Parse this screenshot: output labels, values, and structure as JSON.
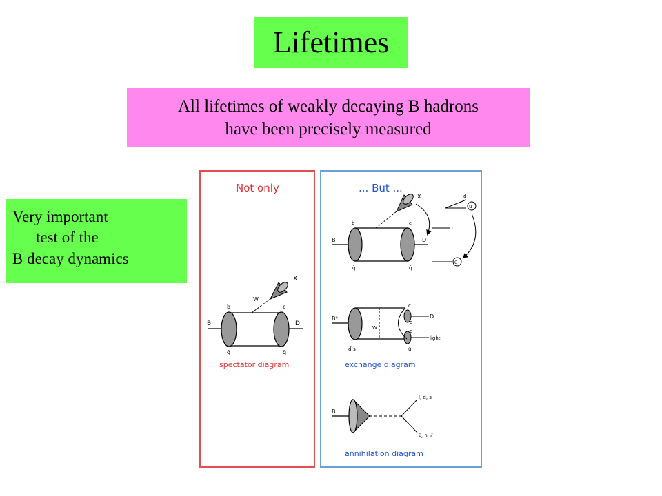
{
  "slide": {
    "title": "Lifetimes",
    "subtitle_line1": "All lifetimes of weakly decaying B hadrons",
    "subtitle_line2": "have been precisely measured",
    "note_line1": "Very important",
    "note_line2": "test  of the",
    "note_line3": "B decay dynamics"
  },
  "panels": {
    "left_heading": "Not only",
    "right_heading": "... But ...",
    "spectator": {
      "caption": "spectator diagram",
      "B": "B",
      "D": "D",
      "b": "b",
      "c": "c",
      "q1": "q̄",
      "q2": "q̄",
      "W": "W",
      "X": "X"
    },
    "interference": {
      "B": "B",
      "D": "D",
      "b": "b",
      "c": "c",
      "q1": "q̄",
      "q2": "q̄",
      "X": "X",
      "d": "d",
      "c2": "c",
      "u1": "ū",
      "u2": "ū"
    },
    "exchange": {
      "caption": "exchange diagram",
      "B": "B⁰",
      "D": "D",
      "c": "c",
      "q1": "q̄",
      "q2": "q",
      "W": "W",
      "dbar": "d̄(s̄)",
      "light": "light",
      "u": "ū"
    },
    "annihilation": {
      "caption": "annihilation diagram",
      "B": "B⁺",
      "top": "l, d, s",
      "bottom": "ν̄, ū, c̄"
    }
  },
  "colors": {
    "green": "#66ff4d",
    "pink": "#ff88ee",
    "red_text": "#e03030",
    "blue_text": "#2255cc",
    "red_border": "#e05050",
    "blue_border": "#6aa0d8"
  }
}
